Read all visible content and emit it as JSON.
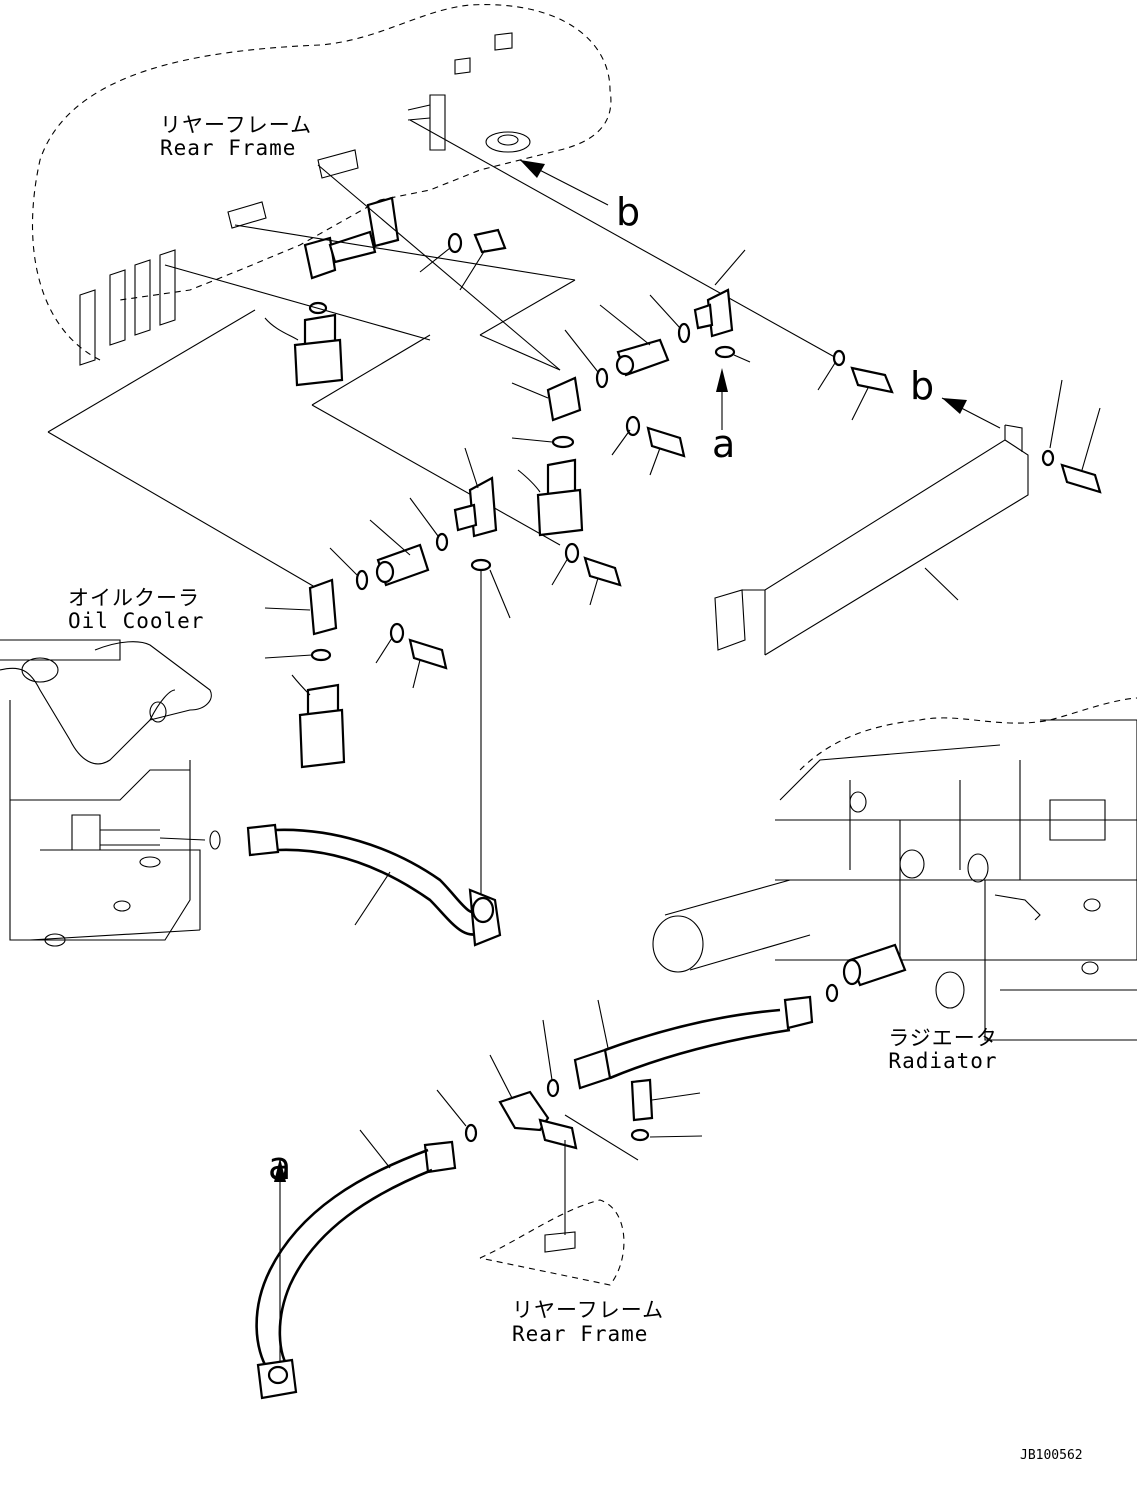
{
  "labels": {
    "rear_frame_top_jp": "リヤーフレーム",
    "rear_frame_top_en": "Rear Frame",
    "oil_cooler_jp": "オイルクーラ",
    "oil_cooler_en": "Oil Cooler",
    "radiator_jp": "ラジエータ",
    "radiator_en": "Radiator",
    "rear_frame_bottom_jp": "リヤーフレーム",
    "rear_frame_bottom_en": "Rear Frame"
  },
  "callouts": {
    "b_top": "b",
    "b_right": "b",
    "a_mid": "a",
    "a_bottom": "a"
  },
  "drawing_code": "JB100562"
}
